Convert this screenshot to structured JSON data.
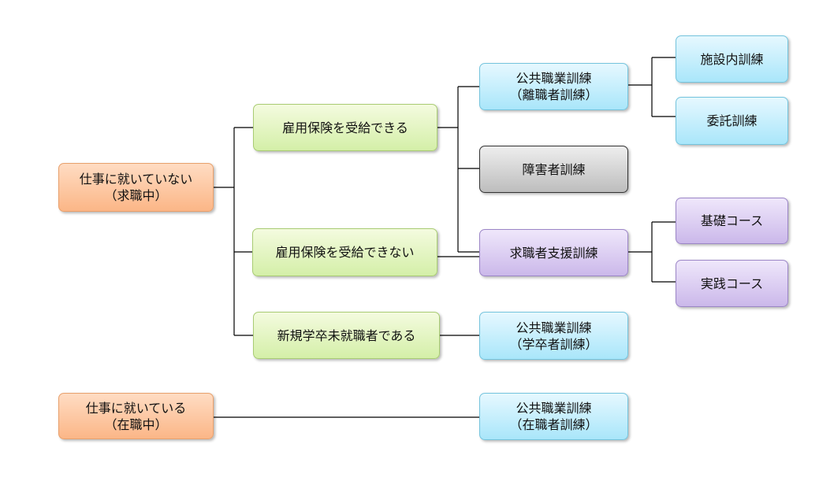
{
  "nodes": {
    "unemployed": {
      "line1": "仕事に就いていない",
      "line2": "（求職中）"
    },
    "employed": {
      "line1": "仕事に就いている",
      "line2": "（在職中）"
    },
    "insurance_yes": {
      "line1": "雇用保険を受給できる"
    },
    "insurance_no": {
      "line1": "雇用保険を受給できない"
    },
    "new_graduate": {
      "line1": "新規学卒未就職者である"
    },
    "public_training_leaver": {
      "line1": "公共職業訓練",
      "line2": "（離職者訓練）"
    },
    "disabled_training": {
      "line1": "障害者訓練"
    },
    "job_seeker_support": {
      "line1": "求職者支援訓練"
    },
    "public_training_graduate": {
      "line1": "公共職業訓練",
      "line2": "（学卒者訓練）"
    },
    "public_training_employed": {
      "line1": "公共職業訓練",
      "line2": "（在職者訓練）"
    },
    "facility_training": {
      "line1": "施設内訓練"
    },
    "outsourced_training": {
      "line1": "委託訓練"
    },
    "basic_course": {
      "line1": "基礎コース"
    },
    "practical_course": {
      "line1": "実践コース"
    }
  },
  "colors": {
    "connector": "#000000",
    "orange": "#fbb687",
    "green": "#d4efa8",
    "blue": "#a9e6fa",
    "gray": "#bdbdbd",
    "purple": "#cbb8ea"
  }
}
